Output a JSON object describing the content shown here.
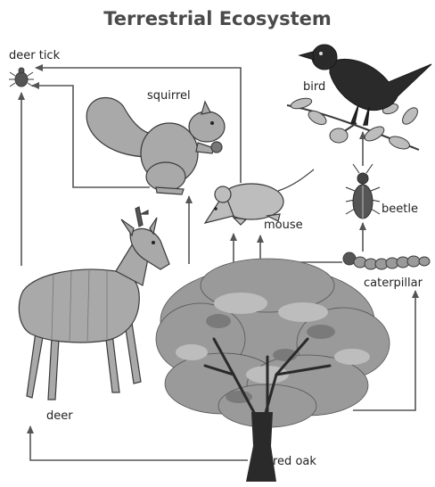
{
  "title": "Terrestrial Ecosystem",
  "organisms": {
    "deer_tick": "deer tick",
    "squirrel": "squirrel",
    "bird": "bird",
    "mouse": "mouse",
    "beetle": "beetle",
    "caterpillar": "caterpillar",
    "deer": "deer",
    "red_oak": "red oak"
  },
  "colors": {
    "animal_fill": "#a9a9a9",
    "animal_stroke": "#3a3a3a",
    "arrow": "#555555",
    "foliage": "#9a9a9a",
    "trunk": "#2a2a2a"
  }
}
